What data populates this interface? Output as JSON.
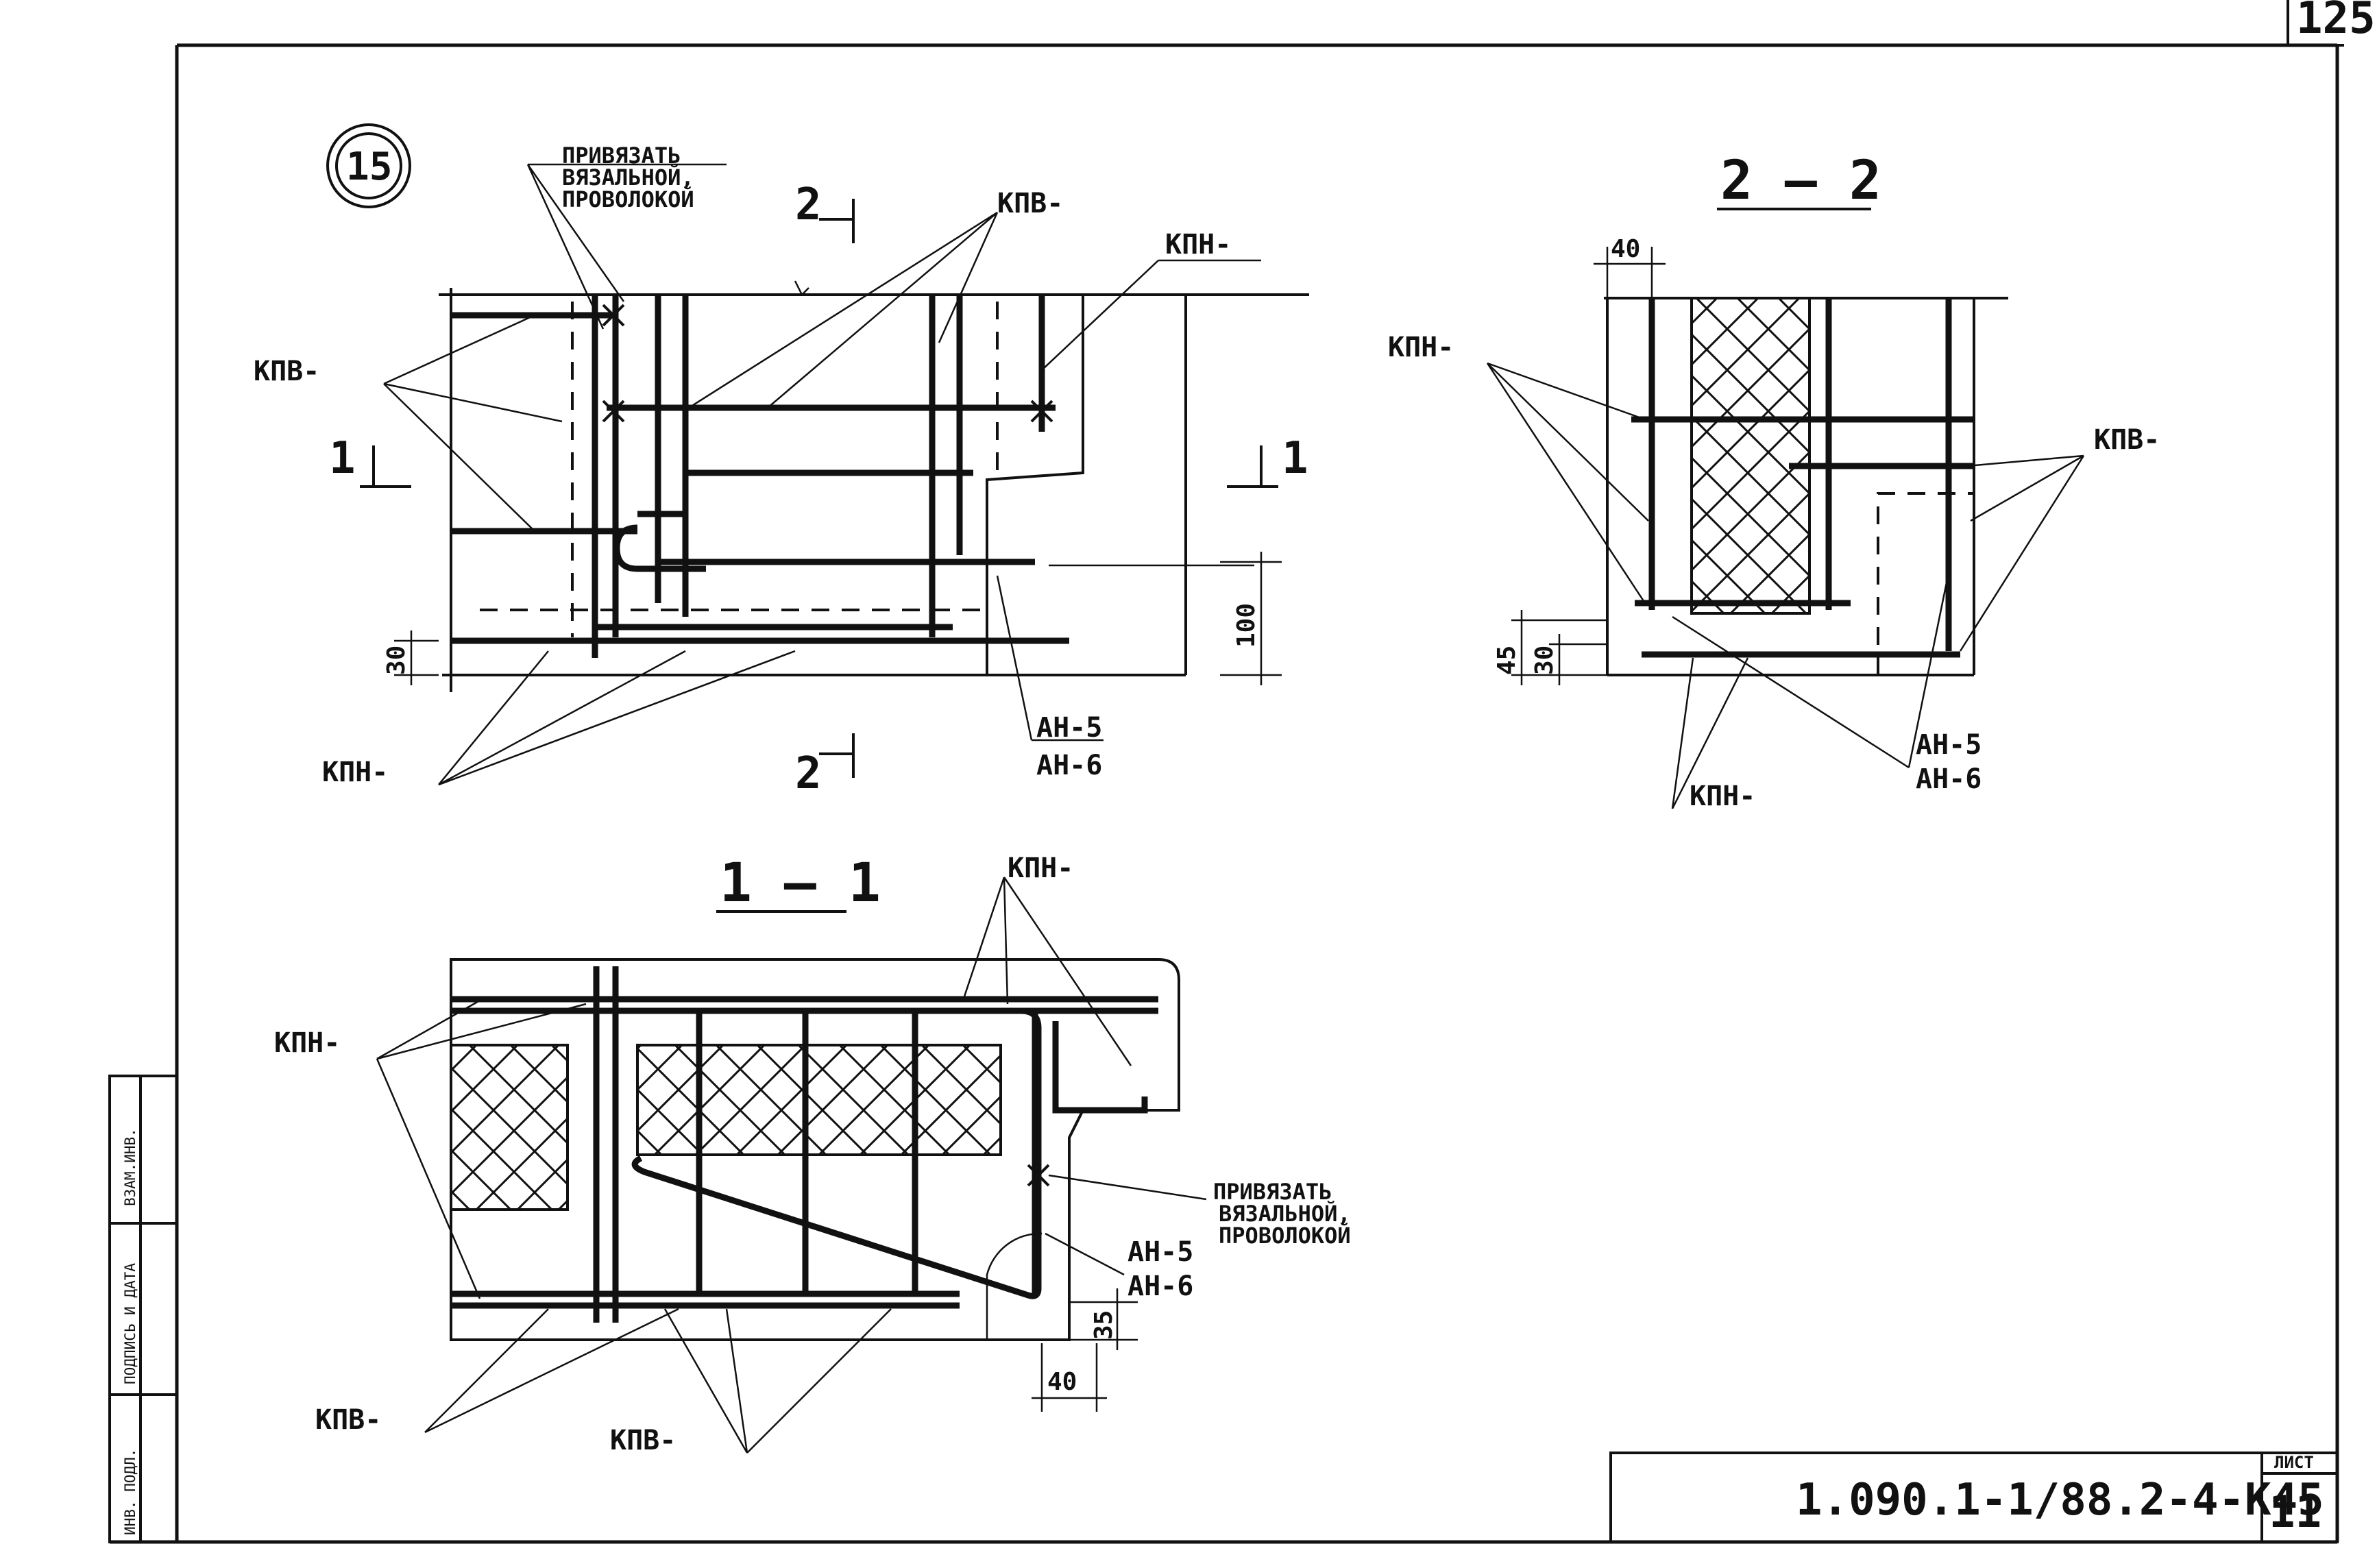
{
  "sheet": {
    "page_number": "125",
    "node_number": "15",
    "document_code": "1.090.1-1/88.2-4-К45",
    "sheet_label": "ЛИСТ",
    "sheet_number": "11"
  },
  "side_stamp": {
    "inv_label": "ИНВ. ПОДЛ.",
    "sign_label": "ПОДПИСЬ И ДАТА",
    "replace_label": "ВЗАМ.ИНВ."
  },
  "labels": {
    "kpv": "КПВ-",
    "kpn": "КПН-",
    "an5": "АН-5",
    "an6": "АН-6",
    "tie_note_line1": "ПРИВЯЗАТЬ",
    "tie_note_line2": "ВЯЗАЛЬНОЙ,",
    "tie_note_line3": "ПРОВОЛОКОЙ"
  },
  "sections": {
    "cut1": "1",
    "cut2": "2",
    "title_1_1": "1 — 1",
    "title_2_2": "2 — 2"
  },
  "dimensions": {
    "d30_plan": "30",
    "d100": "100",
    "d40_s22": "40",
    "d45": "45",
    "d30_s22": "30",
    "d35": "35",
    "d40_s11": "40"
  }
}
